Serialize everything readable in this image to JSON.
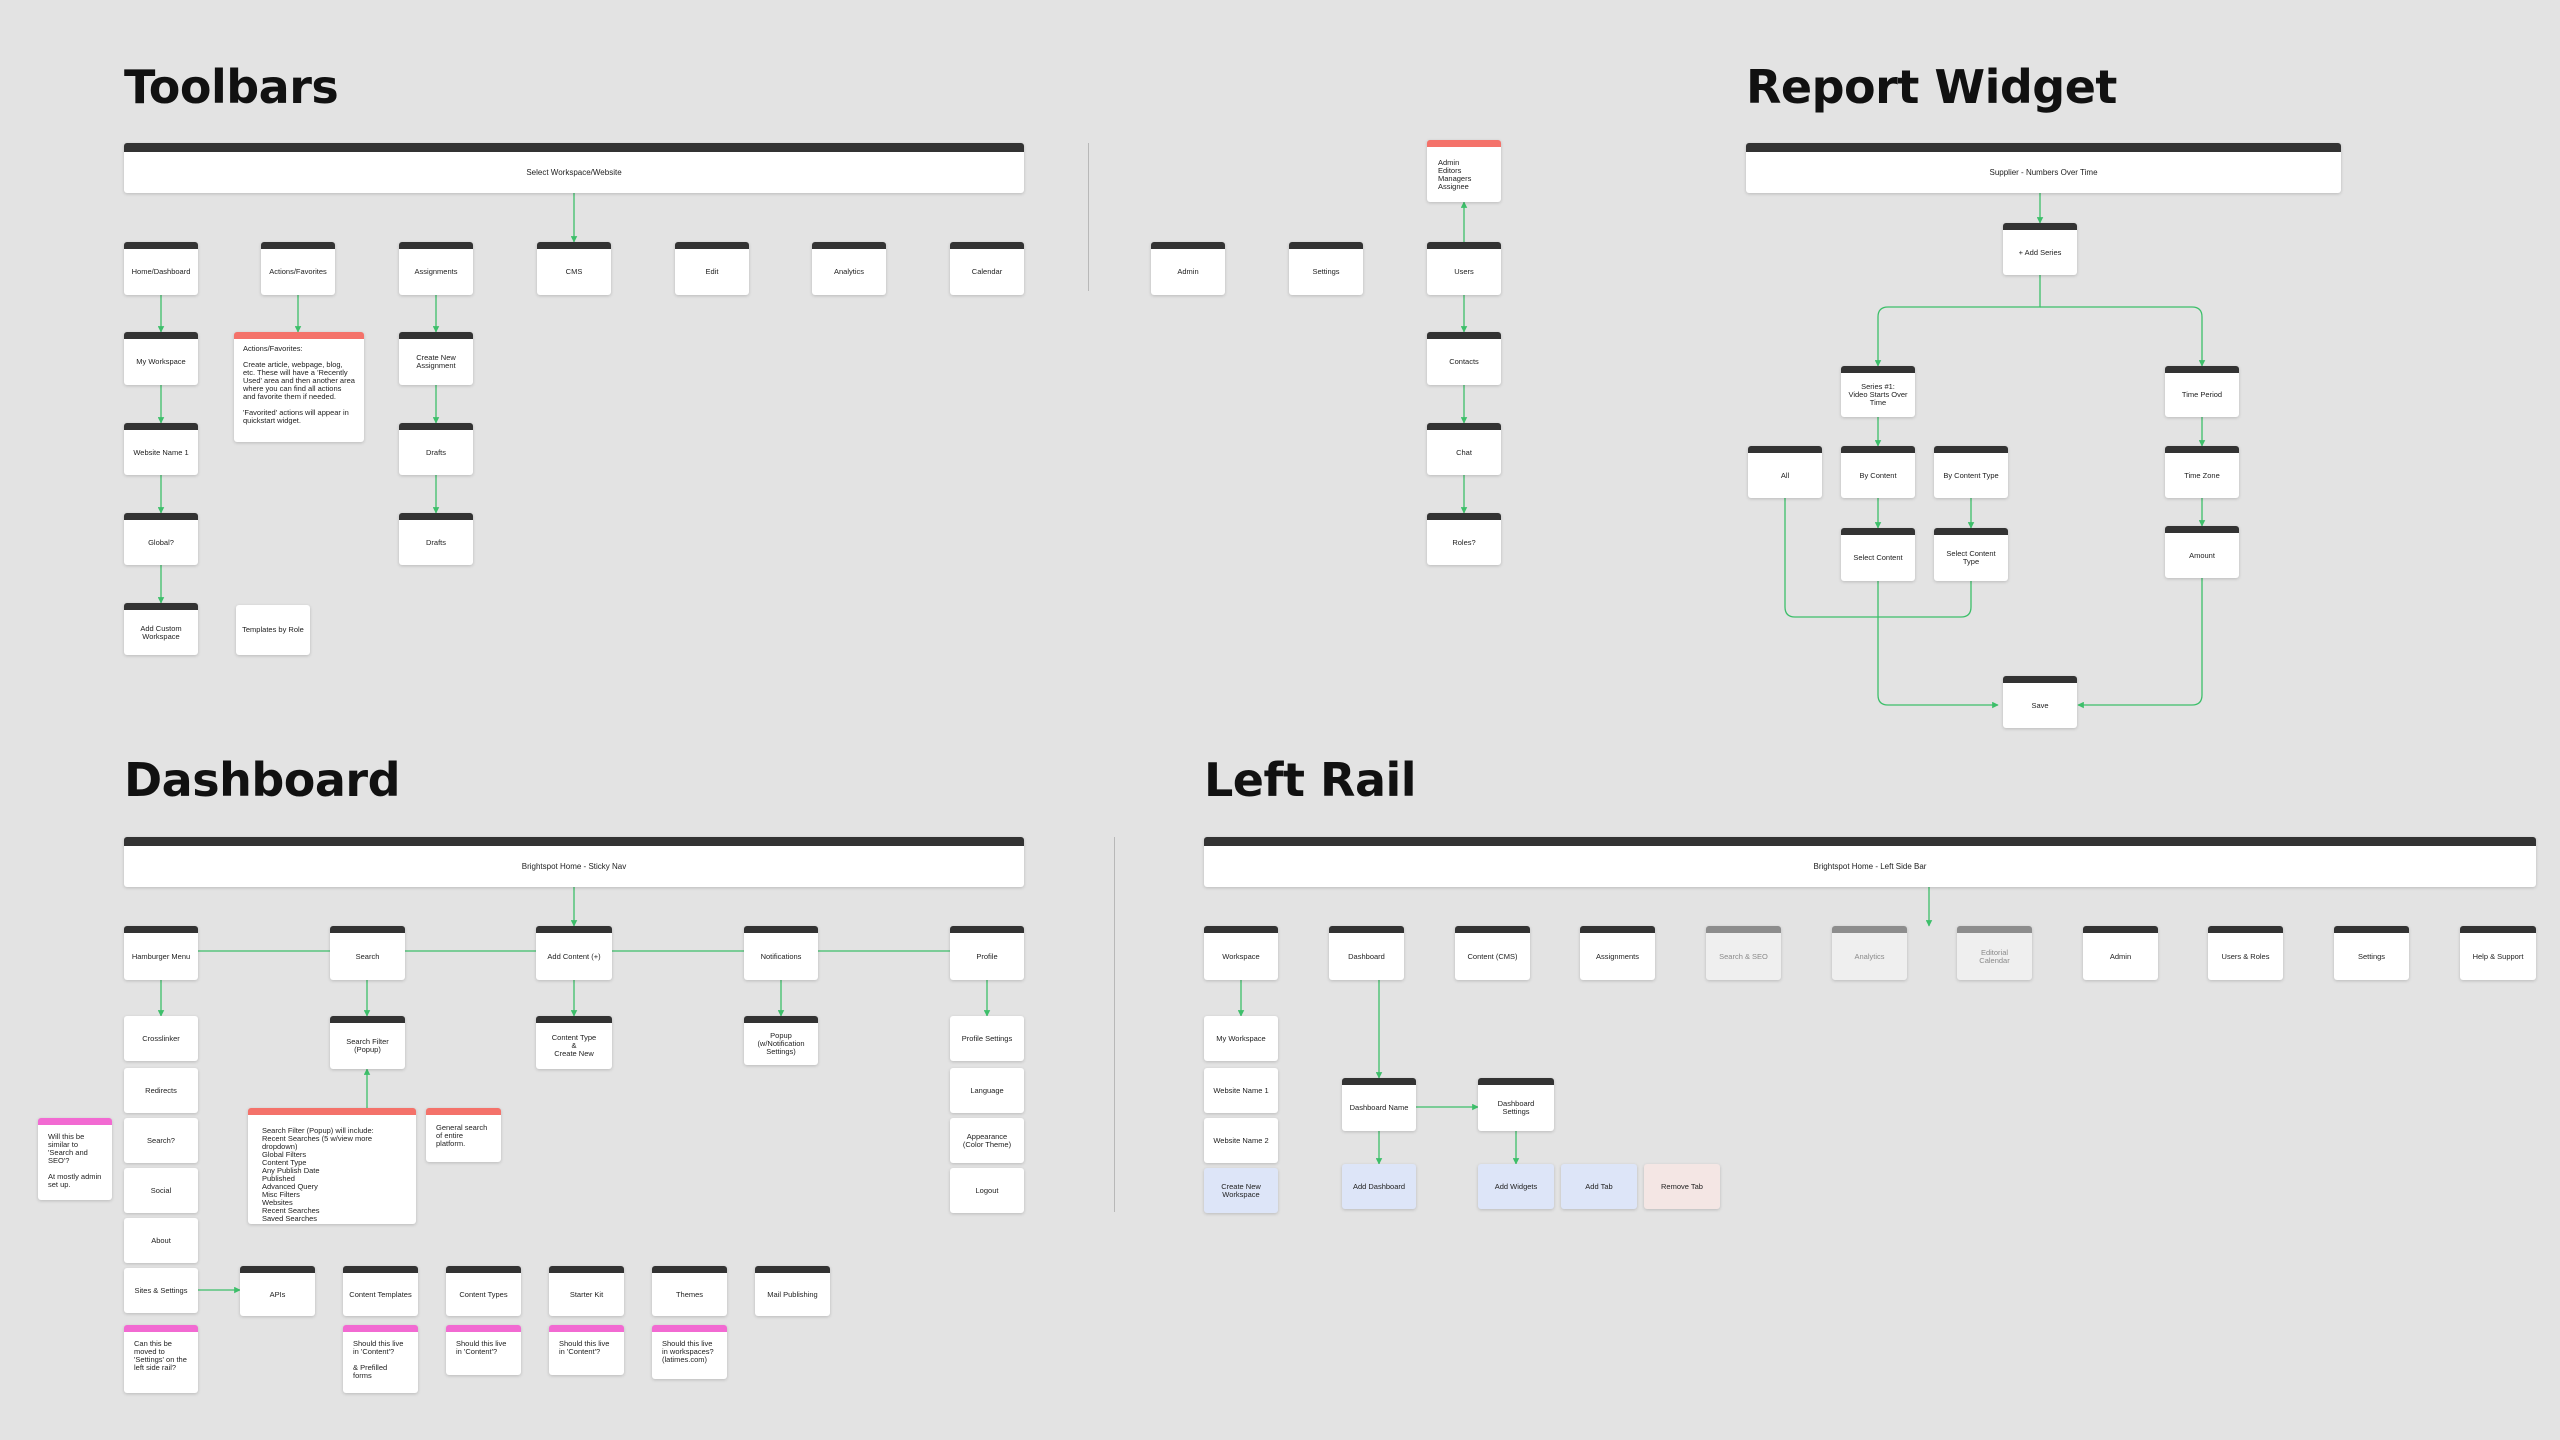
{
  "sections": {
    "toolbars": "Toolbars",
    "report_widget": "Report Widget",
    "dashboard": "Dashboard",
    "left_rail": "Left Rail"
  },
  "toolbars": {
    "header": "Select Workspace/Website",
    "home_dashboard": "Home/Dashboard",
    "actions_favorites": "Actions/Favorites",
    "assignments": "Assignments",
    "cms": "CMS",
    "edit": "Edit",
    "analytics": "Analytics",
    "calendar": "Calendar",
    "admin": "Admin",
    "settings": "Settings",
    "users": "Users",
    "roles_list": "Admin\nEditors\nManagers\nAssignee",
    "contacts": "Contacts",
    "chat": "Chat",
    "roles": "Roles?",
    "my_workspace": "My Workspace",
    "website_name_1": "Website Name 1",
    "global": "Global?",
    "add_custom_workspace": "Add Custom\nWorkspace",
    "templates_by_role": "Templates by Role",
    "actions_note": "Actions/Favorites:\n\nCreate article, webpage, blog, etc. These will have a 'Recently Used' area and then another area where you can find all actions and favorite them if needed.\n\n'Favorited' actions will appear in quickstart widget.",
    "create_new_assignment": "Create New\nAssignment",
    "drafts_1": "Drafts",
    "drafts_2": "Drafts"
  },
  "report": {
    "header": "Supplier - Numbers Over Time",
    "add_series": "+ Add Series",
    "series_1": "Series #1:\nVideo Starts Over\nTime",
    "time_period": "Time Period",
    "all": "All",
    "by_content": "By Content",
    "by_content_type": "By Content Type",
    "time_zone": "Time Zone",
    "select_content": "Select Content",
    "select_content_type": "Select Content\nType",
    "amount": "Amount",
    "save": "Save"
  },
  "dashboard": {
    "header": "Brightspot Home - Sticky Nav",
    "hamburger_menu": "Hamburger Menu",
    "search": "Search",
    "add_content": "Add Content (+)",
    "notifications": "Notifications",
    "profile": "Profile",
    "crosslinker": "Crosslinker",
    "redirects": "Redirects",
    "search_q": "Search?",
    "social": "Social",
    "about": "About",
    "sites_settings": "Sites & Settings",
    "search_filter": "Search Filter\n(Popup)",
    "content_type_create": "Content Type\n&\nCreate New",
    "popup_notification": "Popup\n(w/Notification\nSettings)",
    "profile_settings": "Profile Settings",
    "language": "Language",
    "appearance": "Appearance\n(Color Theme)",
    "logout": "Logout",
    "search_note": "Will this be similar to 'Search and SEO'?\n\nAt mostly admin set up.",
    "filter_note": "Search Filter (Popup) will include:\nRecent Searches (5 w/view more dropdown)\nGlobal Filters\nContent Type\nAny Publish Date\nPublished\nAdvanced Query\nMisc Filters\nWebsites\nRecent Searches\nSaved Searches",
    "general_note": "General search of entire platform.",
    "apis": "APIs",
    "content_templates": "Content Templates",
    "content_types": "Content Types",
    "starter_kit": "Starter Kit",
    "themes": "Themes",
    "mail_publishing": "Mail Publishing",
    "note_sites": "Can this be moved to 'Settings' on the left side rail?",
    "note_templates": "Should this live in 'Content'?\n\n& Prefilled forms",
    "note_types": "Should this live in 'Content'?",
    "note_starter": "Should this live in 'Content'?",
    "note_themes": "Should this live in workspaces? (latimes.com)"
  },
  "left_rail": {
    "header": "Brightspot Home - Left Side Bar",
    "workspace": "Workspace",
    "dashboard": "Dashboard",
    "content_cms": "Content (CMS)",
    "assignments": "Assignments",
    "search_seo": "Search & SEO",
    "analytics": "Analytics",
    "editorial_calendar": "Editorial\nCalendar",
    "admin": "Admin",
    "users_roles": "Users & Roles",
    "settings": "Settings",
    "help_support": "Help & Support",
    "my_workspace": "My Workspace",
    "website_name_1": "Website Name 1",
    "website_name_2": "Website Name 2",
    "create_new_workspace": "Create New\nWorkspace",
    "dashboard_name": "Dashboard Name",
    "dashboard_settings": "Dashboard\nSettings",
    "add_dashboard": "Add Dashboard",
    "add_widgets": "Add Widgets",
    "add_tab": "Add Tab",
    "remove_tab": "Remove Tab"
  },
  "colors": {
    "background": "#e3e3e3",
    "node_header": "#333333",
    "connector": "#3dbf6a",
    "red_header": "#f4726a",
    "pink_header": "#f26ad2",
    "ghost_header": "#8d8d8d",
    "blue_fill": "#dde5f8",
    "peach_fill": "#f4e6e4"
  }
}
